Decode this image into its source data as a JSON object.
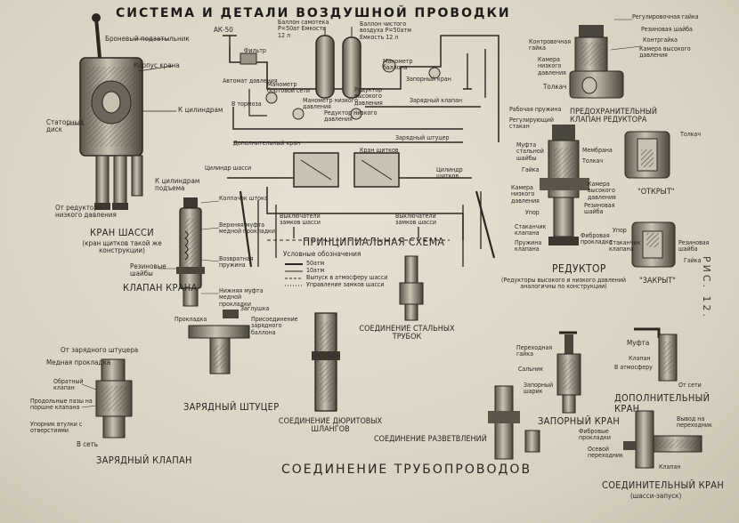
{
  "title": "СИСТЕМА И ДЕТАЛИ ВОЗДУШНОЙ ПРОВОДКИ",
  "side_label": "РИС. 12.",
  "bottom_title": "СОЕДИНЕНИЕ ТРУБОПРОВОДОВ",
  "chassis_valve": {
    "title": "КРАН ШАССИ",
    "subtitle": "(кран щитков такой же конструкции)",
    "labels": {
      "lever": "Броневый подзатыльник",
      "body": "Корпус крана",
      "cylinders": "К цилиндрам",
      "stator": "Статорный диск",
      "to_cylinders": "К цилиндрам подъема",
      "from_reducer": "От редуктора низкого давления"
    }
  },
  "valve_detail": {
    "title": "КЛАПАН КРАНА",
    "labels": {
      "stem": "Колпачок штока",
      "upper": "Верхняя муфта медной прокладки",
      "spring": "Возвратная пружина",
      "washers": "Резиновые шайбы",
      "lower": "Нижняя муфта медной прокладки"
    }
  },
  "schema": {
    "title": "ПРИНЦИПИАЛЬНАЯ СХЕМА",
    "legend_title": "Условные обозначения",
    "legend": [
      "50атм",
      "10атм",
      "Выпуск в атмосферу шасси",
      "Управление замков шасси"
    ],
    "labels": {
      "ak50": "АК-50",
      "filter": "Фильтр",
      "balloon_auto": "Баллон самотека Р=50ат Емкость 12 л",
      "balloon_clean": "Баллон чистого воздуха Р=50атм Емкость 12 л",
      "automat": "Автомат давления",
      "manometer": "Манометр баллона",
      "compensator": "Манометр бортовой сети",
      "manometer_low": "Манометр низкого давления",
      "to_brakes": "В тормоза",
      "reducer_high": "Редуктор высокого давления",
      "shutoff": "Запорный кран",
      "reducer_low": "Редуктор низкого давления",
      "charge_valve": "Зарядный клапан",
      "charge_fitting": "Зарядный штуцер",
      "extra_valve": "Дополнительный кран",
      "flaps_valve": "Кран щитков",
      "chassis_cyl": "Цилиндр шасси",
      "flaps_cyl": "Цилиндр щитков",
      "dividers": "Выключатели замков шасси",
      "locks": "Выключатели замков шасси"
    }
  },
  "fittings": {
    "steel": "СОЕДИНЕНИЕ СТАЛЬНЫХ ТРУБОК",
    "charge_fitting": "ЗАРЯДНЫЙ ШТУЦЕР",
    "charge_labels": [
      "Заглушка",
      "Присоединение зарядного баллона",
      "Прокладка"
    ],
    "durite": "СОЕДИНЕНИЕ ДЮРИТОВЫХ ШЛАНГОВ",
    "branch": "СОЕДИНЕНИЕ РАЗВЕТВЛЕНИЙ"
  },
  "charge_valve": {
    "title": "ЗАРЯДНЫЙ КЛАПАН",
    "labels": [
      "От зарядного штуцера",
      "Медная прокладка",
      "Обратный клапан",
      "Продольные пазы на поршне клапана",
      "Упорник втулки с отверстиями",
      "В сеть"
    ]
  },
  "safety_valve": {
    "title": "ПРЕДОХРАНИТЕЛЬНЫЙ КЛАПАН РЕДУКТОРА",
    "labels": [
      "Регулировочная гайка",
      "Резиновая шайба",
      "Контргайка",
      "Контровочная гайка",
      "Камера высокого давления",
      "Камера низкого давления",
      "Толкач",
      "Рабочая пружина",
      "Регулирующий стакан"
    ]
  },
  "reducer": {
    "title": "РЕДУКТОР",
    "subtitle": "(Редукторы высокого и низкого давлений аналогичны по конструкции)",
    "labels": [
      "Муфта стальной шайбы",
      "Мембрана",
      "Толкач",
      "Гайка",
      "Камера низкого давления",
      "Камера высокого давления",
      "Резиновая шайба",
      "Упор",
      "Стаканчик клапана",
      "Пружина клапана",
      "Фибровая прокладка"
    ],
    "open": "\"ОТКРЫТ\"",
    "closed": "\"ЗАКРЫТ\"",
    "detail_labels": [
      "Толкач",
      "Упор",
      "Стаканчик клапана",
      "Резиновая шайба",
      "Гайка"
    ]
  },
  "shutoff_valve": {
    "title": "ЗАПОРНЫЙ КРАН",
    "labels": [
      "Переходная гайка",
      "Сальник",
      "Запорный шарик"
    ]
  },
  "extra_valve": {
    "title": "ДОПОЛНИТЕЛЬНЫЙ КРАН",
    "labels": [
      "Муфта",
      "Клапан",
      "В атмосферу",
      "От сети"
    ]
  },
  "extra_valve2": {
    "title": "СОЕДИНИТЕЛЬНЫЙ КРАН",
    "subtitle": "(шасси-запуск)",
    "labels": [
      "Фибровые прокладки",
      "Осевой переходник",
      "Клапан",
      "Вывод на переходник"
    ]
  },
  "colors": {
    "paper": "#d9d3c3",
    "ink": "#2a2622",
    "metal": "#8a847a"
  }
}
